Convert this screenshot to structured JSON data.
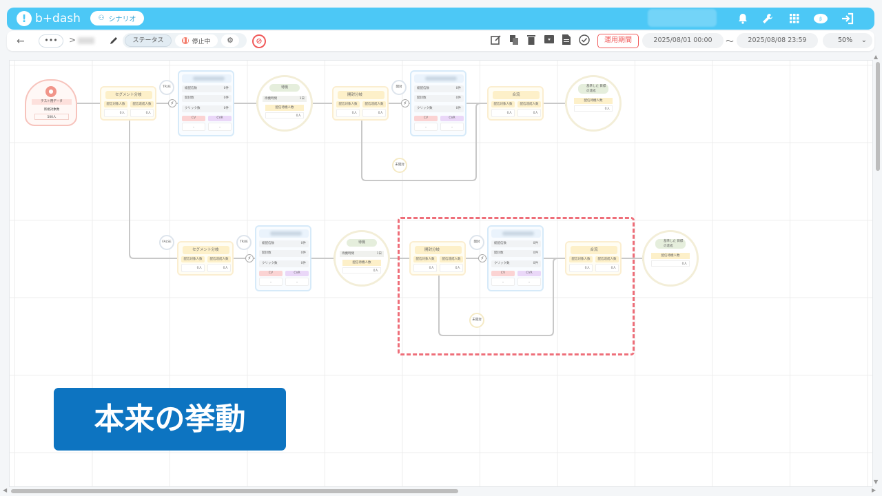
{
  "app": {
    "logo_text": "b+dash",
    "scenario_label": "シナリオ"
  },
  "header_icons": [
    "bell-icon",
    "wrench-icon",
    "grid-icon",
    "beta-icon",
    "logout-icon"
  ],
  "toolbar": {
    "back": "←",
    "more": "•••",
    "sep": ">",
    "status_label": "ステータス",
    "status_value": "停止中",
    "period_label": "運用期間",
    "start_date": "2025/08/01 00:00",
    "tilde": "〜",
    "end_date": "2025/08/08 23:59",
    "zoom": "50%"
  },
  "nodes": {
    "start": {
      "title": "テスト用データ",
      "sub": "新規対象数",
      "value": "500人"
    },
    "seg_title": "セグメント分岐",
    "seg_c1": "配信対象人数",
    "seg_c2": "配信達成人数",
    "seg_v": "0人",
    "true": "TRUE",
    "false": "FALSE",
    "bolt": "⚡",
    "mail_rows": [
      {
        "k": "総配信数",
        "v": "0件"
      },
      {
        "k": "開封数",
        "v": "0件"
      },
      {
        "k": "クリック数",
        "v": "0件"
      }
    ],
    "mail_cv": "CV",
    "mail_cvr": "CVR",
    "mail_dash": "-",
    "wait_title": "待機",
    "wait_time": "待機時間",
    "wait_val": "1日",
    "wait_c": "配信待機人数",
    "wait_v": "0人",
    "open_title": "開封分岐",
    "open_badge": "開封",
    "unopen": "未開封",
    "merge_title": "合流",
    "merge_c1": "配信対象人数",
    "merge_c2": "配信達成人数",
    "merge_v": "0人",
    "goal_title": "基準した 目標の達成",
    "goal_c": "配信待機人数",
    "goal_v": "0人"
  },
  "banner": "本来の挙動"
}
